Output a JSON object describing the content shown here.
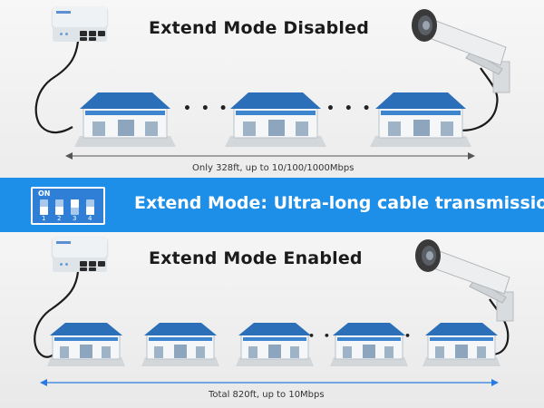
{
  "top": {
    "title": "Extend Mode Disabled",
    "caption": "Only 328ft,  up to 10/100/1000Mbps"
  },
  "band": {
    "title": "Extend Mode: Ultra-long cable transmission",
    "switch_label": "ON",
    "switch_numbers": [
      "1",
      "2",
      "3",
      "4"
    ]
  },
  "bottom": {
    "title": "Extend Mode Enabled",
    "caption": "Total 820ft,  up to 10Mbps"
  },
  "colors": {
    "band": "#1e8fe8",
    "roof": "#2a6fb8",
    "arrow": "#2a7be0"
  },
  "icons": [
    "network-switch-icon",
    "warehouse-icon",
    "security-camera-icon",
    "dip-switch-icon"
  ]
}
